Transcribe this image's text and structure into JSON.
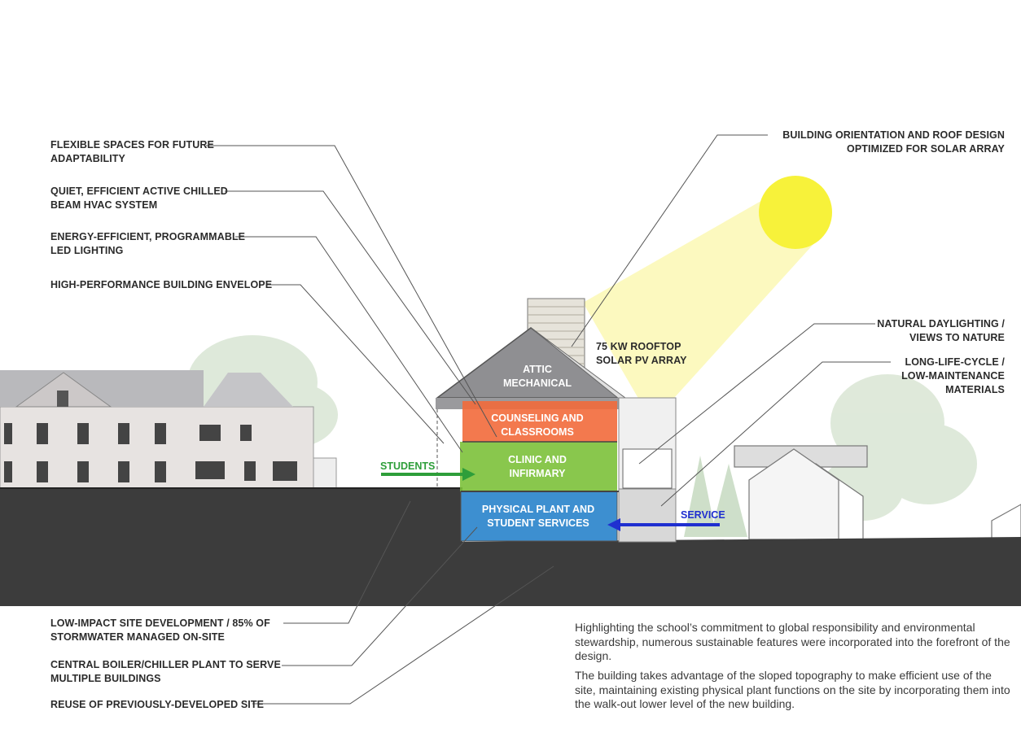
{
  "labels_left": {
    "flexible": "FLEXIBLE SPACES FOR FUTURE\nADAPTABILITY",
    "chilled_beam": "QUIET, EFFICIENT ACTIVE CHILLED\nBEAM HVAC SYSTEM",
    "led": "ENERGY-EFFICIENT, PROGRAMMABLE\nLED LIGHTING",
    "envelope": "HIGH-PERFORMANCE BUILDING ENVELOPE",
    "site_dev": "LOW-IMPACT SITE DEVELOPMENT / 85% OF\nSTORMWATER MANAGED ON-SITE",
    "boiler": "CENTRAL BOILER/CHILLER PLANT TO SERVE\nMULTIPLE BUILDINGS",
    "reuse": "REUSE OF PREVIOUSLY-DEVELOPED SITE"
  },
  "labels_right": {
    "orientation": "BUILDING ORIENTATION AND ROOF DESIGN\nOPTIMIZED FOR SOLAR ARRAY",
    "daylighting": "NATURAL DAYLIGHTING /\nVIEWS TO NATURE",
    "materials": "LONG-LIFE-CYCLE /\nLOW-MAINTENANCE\nMATERIALS"
  },
  "solar_label": "75 KW ROOFTOP\nSOLAR PV ARRAY",
  "rooms": {
    "attic": "ATTIC\nMECHANICAL",
    "counseling": "COUNSELING AND\nCLASSROOMS",
    "clinic": "CLINIC AND\nINFIRMARY",
    "plant": "PHYSICAL PLANT AND\nSTUDENT SERVICES"
  },
  "arrows": {
    "students": "STUDENTS",
    "service": "SERVICE"
  },
  "description": {
    "p1": "Highlighting the school’s commitment to global responsibility and environmental stewardship, numerous sustainable features were incorporated into the forefront of the design.",
    "p2": "The building takes advantage of the sloped topography to make efficient use of the site, maintaining existing physical plant functions on the site by incorporating them into the walk-out lower level of the new building."
  },
  "colors": {
    "counseling": "#f26a3b",
    "clinic": "#7cc13a",
    "plant": "#3d8fd0",
    "students_arrow": "#2e9e3a",
    "service_arrow": "#1f2fd0",
    "sun": "#f7f23a",
    "ground": "#3c3c3c"
  }
}
